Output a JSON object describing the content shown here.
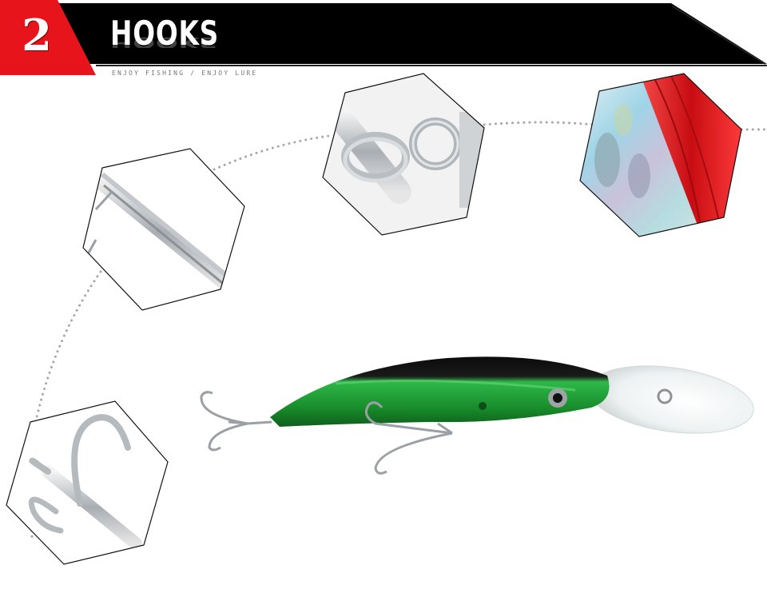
{
  "header": {
    "section_number": "2",
    "title": "HOOKS",
    "tagline": "ENJOY FISHING / ENJOY LURE"
  },
  "colors": {
    "header_black": "#000000",
    "badge_red": "#e8141b",
    "lure_green": "#21b43a",
    "lure_black": "#0a0a0a",
    "dots": "#a8a8a8"
  },
  "panels": [
    {
      "name": "hook-shank-closeup-panel",
      "icon": "hook-shank-icon"
    },
    {
      "name": "split-ring-closeup-panel",
      "icon": "split-ring-icon"
    },
    {
      "name": "holographic-finish-closeup-panel",
      "icon": "holographic-scale-icon"
    },
    {
      "name": "treble-hook-closeup-panel",
      "icon": "treble-hook-icon"
    }
  ]
}
